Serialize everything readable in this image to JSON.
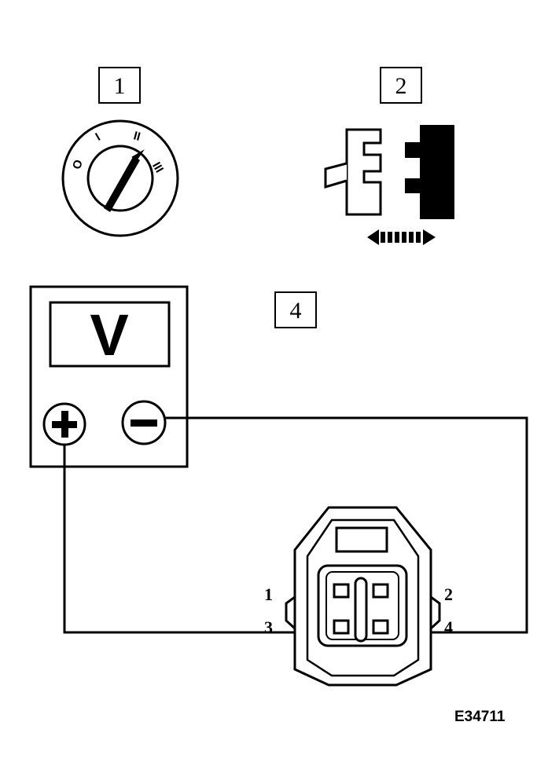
{
  "step_labels": {
    "ignition": "1",
    "connector_action": "2",
    "measure": "4"
  },
  "ignition_positions": [
    "O",
    "I",
    "II",
    "III"
  ],
  "meter": {
    "display": "V",
    "plus": "+",
    "minus": "−"
  },
  "pins": {
    "p1": "1",
    "p2": "2",
    "p3": "3",
    "p4": "4"
  },
  "figure_code": "E34711"
}
